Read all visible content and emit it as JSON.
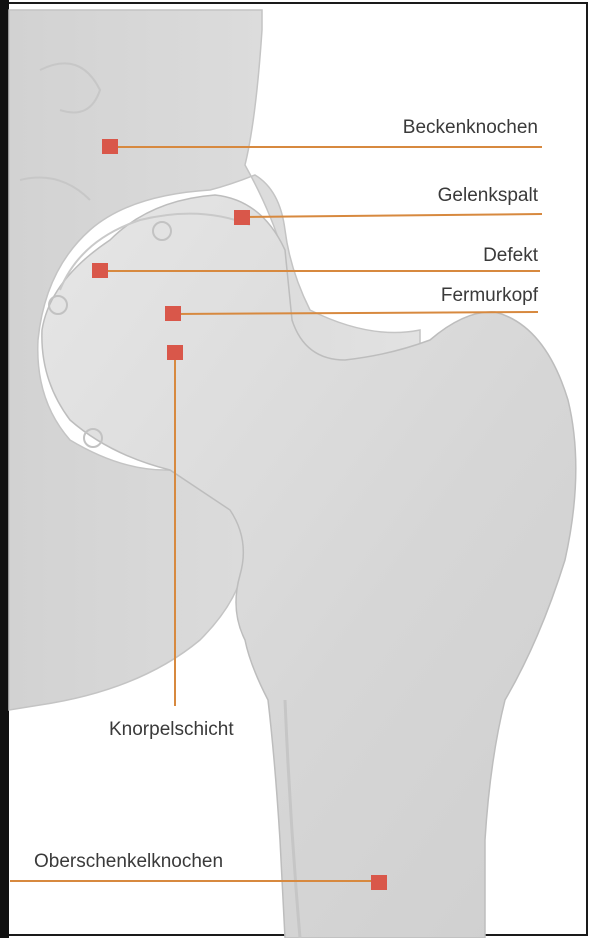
{
  "colors": {
    "bone_fill": "#dcdcdc",
    "bone_shadow": "#bcbcbc",
    "leader_line": "#d7893f",
    "marker": "#d9574a",
    "label_text": "#3a3a3a",
    "frame": "#1a1a1a"
  },
  "labels": {
    "beckenknochen": "Beckenknochen",
    "gelenkspalt": "Gelenkspalt",
    "defekt": "Defekt",
    "fermurkopf": "Fermurkopf",
    "knorpelschicht": "Knorpelschicht",
    "oberschenkelknochen": "Oberschenkelknochen"
  }
}
